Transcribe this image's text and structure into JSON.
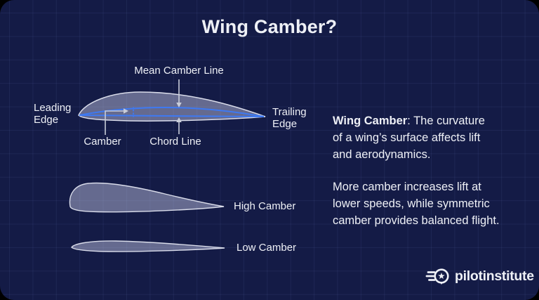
{
  "title": "Wing Camber?",
  "colors": {
    "page_bg": "#000000",
    "panel": "#141b46",
    "grid": "rgba(130,150,225,0.09)",
    "text": "#eef0f6",
    "accent_blue": "#3e79f2",
    "foil_fill": "rgba(200,203,232,0.45)",
    "foil_stroke": "#d8dbe9",
    "arrow": "#c9cdd9"
  },
  "diagram": {
    "labels": {
      "mean_camber_line": "Mean Camber Line",
      "leading_edge": "Leading\nEdge",
      "trailing_edge": "Trailing\nEdge",
      "camber": "Camber",
      "chord_line": "Chord Line"
    },
    "examples": {
      "high_camber": "High Camber",
      "low_camber": "Low Camber"
    }
  },
  "description": {
    "term": "Wing Camber",
    "line1_rest": ": The curvature",
    "line2": "of a wing’s surface affects lift",
    "line3": "and aerodynamics.",
    "line4": "More camber increases lift at",
    "line5": "lower speeds, while symmetric",
    "line6": "camber provides balanced flight."
  },
  "logo": {
    "text": "pilotinstitute",
    "icon": "winged-star-badge-icon"
  }
}
